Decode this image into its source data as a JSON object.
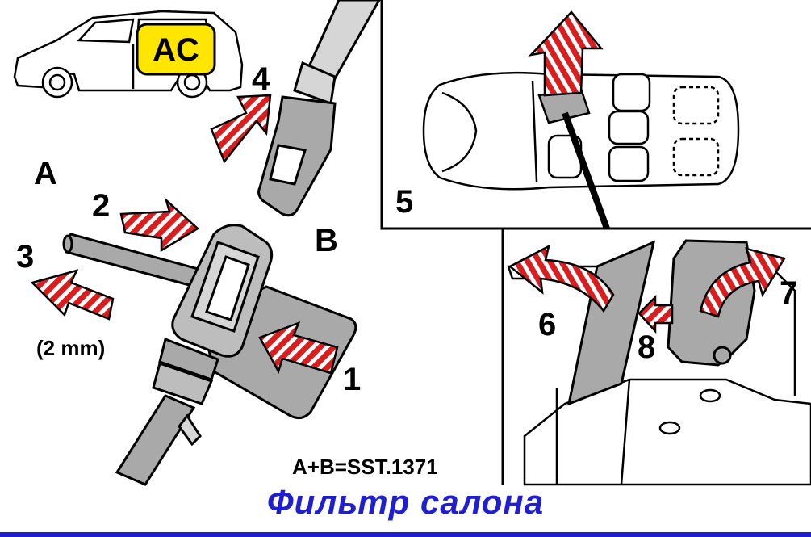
{
  "labels": {
    "ac": "AC",
    "step1": "1",
    "step2": "2",
    "step3": "3",
    "step4": "4",
    "step5": "5",
    "step6": "6",
    "step7": "7",
    "step8": "8",
    "part_a": "A",
    "part_b": "B",
    "gap": "(2 mm)",
    "tool_formula": "A+B=SST.1371"
  },
  "caption": "Фильтр  салона",
  "colors": {
    "arrow_red": "#d81e1e",
    "part_gray": "#a9a9a9",
    "caption_blue": "#1f1fd1",
    "ac_badge": "#ffe600"
  }
}
